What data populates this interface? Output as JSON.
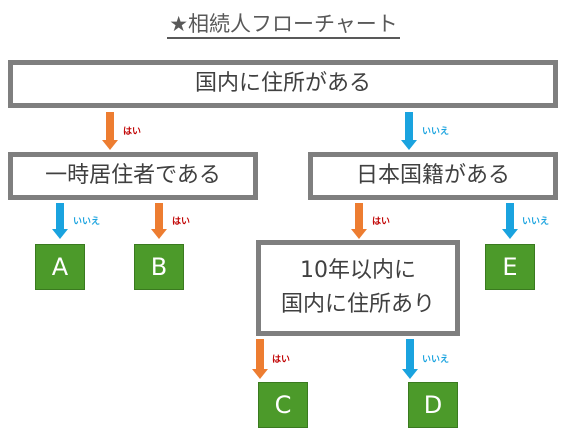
{
  "title": "★相続人フローチャート",
  "nodes": {
    "q1": "国内に住所がある",
    "q2": "一時居住者である",
    "q3": "日本国籍がある",
    "q4_line1": "10年以内に",
    "q4_line2": "国内に住所あり"
  },
  "results": {
    "a": "A",
    "b": "B",
    "c": "C",
    "d": "D",
    "e": "E"
  },
  "labels": {
    "yes": "はい",
    "no": "いいえ"
  },
  "colors": {
    "yes_arrow": "#ed7d31",
    "no_arrow": "#1aa3df",
    "result_fill": "#4c9a2a",
    "box_border": "#7f7f7f"
  }
}
